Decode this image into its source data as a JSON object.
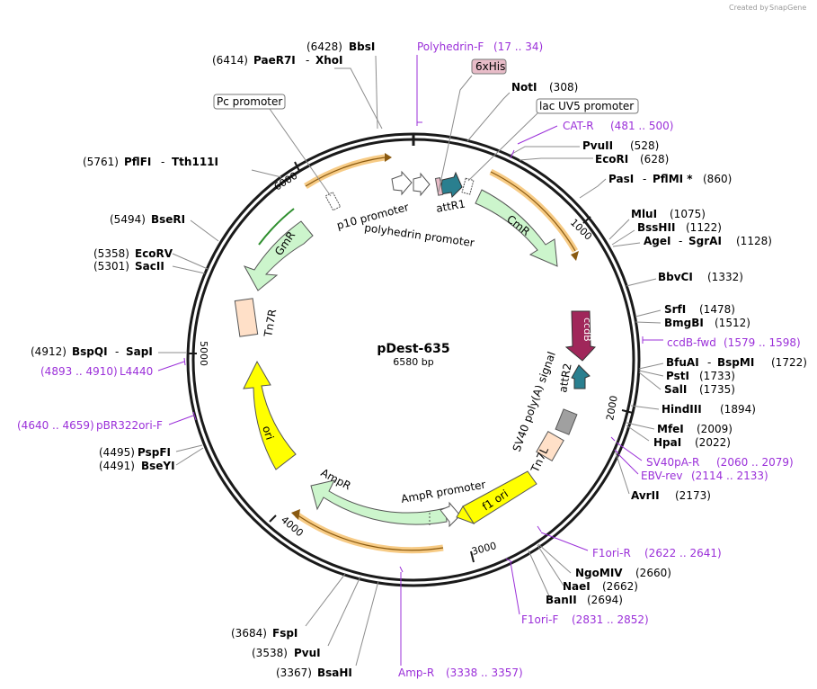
{
  "credit": {
    "text": "Created by",
    "brand": "SnapGene"
  },
  "plasmid": {
    "name": "pDest-635",
    "length": "6580 bp"
  },
  "ticks": [
    "1000",
    "2000",
    "3000",
    "4000",
    "5000",
    "6000"
  ],
  "sites": [
    {
      "pos": "(6428)",
      "name": "BbsI"
    },
    {
      "pos": "(6414)",
      "name": "PaeR7I",
      "sep": "-",
      "name2": "XhoI"
    },
    {
      "pos": "(5761)",
      "name": "PflFI",
      "sep": "-",
      "name2": "Tth111I"
    },
    {
      "pos": "(5494)",
      "name": "BseRI"
    },
    {
      "pos": "(5358)",
      "name": "EcoRV"
    },
    {
      "pos": "(5301)",
      "name": "SacII"
    },
    {
      "pos": "(4912)",
      "name": "BspQI",
      "sep": "-",
      "name2": "SapI"
    },
    {
      "pos": "(4495)",
      "name": "PspFI"
    },
    {
      "pos": "(4491)",
      "name": "BseYI"
    },
    {
      "pos": "(3684)",
      "name": "FspI"
    },
    {
      "pos": "(3538)",
      "name": "PvuI"
    },
    {
      "pos": "(3367)",
      "name": "BsaHI"
    },
    {
      "name": "NotI",
      "pos": "(308)"
    },
    {
      "name": "PvuII",
      "pos": "(528)"
    },
    {
      "name": "EcoRI",
      "pos": "(628)"
    },
    {
      "name": "PasI",
      "sep": "-",
      "name2": "PflMI *",
      "pos": "(860)"
    },
    {
      "name": "MluI",
      "pos": "(1075)"
    },
    {
      "name": "BssHII",
      "pos": "(1122)"
    },
    {
      "name": "AgeI",
      "sep": "-",
      "name2": "SgrAI",
      "pos": "(1128)"
    },
    {
      "name": "BbvCI",
      "pos": "(1332)"
    },
    {
      "name": "SrfI",
      "pos": "(1478)"
    },
    {
      "name": "BmgBI",
      "pos": "(1512)"
    },
    {
      "name": "BfuAI",
      "sep": "-",
      "name2": "BspMI",
      "pos": "(1722)"
    },
    {
      "name": "PstI",
      "pos": "(1733)"
    },
    {
      "name": "SalI",
      "pos": "(1735)"
    },
    {
      "name": "HindIII",
      "pos": "(1894)"
    },
    {
      "name": "MfeI",
      "pos": "(2009)"
    },
    {
      "name": "HpaI",
      "pos": "(2022)"
    },
    {
      "name": "AvrII",
      "pos": "(2173)"
    },
    {
      "name": "NgoMIV",
      "pos": "(2660)"
    },
    {
      "name": "NaeI",
      "pos": "(2662)"
    },
    {
      "name": "BanII",
      "pos": "(2694)"
    }
  ],
  "primers": [
    {
      "name": "Polyhedrin-F",
      "range": "(17 .. 34)"
    },
    {
      "name": "CAT-R",
      "range": "(481 .. 500)"
    },
    {
      "name": "ccdB-fwd",
      "range": "(1579 .. 1598)"
    },
    {
      "name": "SV40pA-R",
      "range": "(2060 .. 2079)"
    },
    {
      "name": "EBV-rev",
      "range": "(2114 .. 2133)"
    },
    {
      "name": "F1ori-R",
      "range": "(2622 .. 2641)"
    },
    {
      "name": "F1ori-F",
      "range": "(2831 .. 2852)"
    },
    {
      "name": "Amp-R",
      "range": "(3338 .. 3357)"
    },
    {
      "name": "pBR322ori-F",
      "range": "(4640 .. 4659)"
    },
    {
      "name": "L4440",
      "range": "(4893 .. 4910)"
    }
  ],
  "boxed_labels": [
    "6xHis",
    "lac UV5 promoter",
    "Pc promoter"
  ],
  "features": {
    "cmr": "CmR",
    "gmr": "GmR",
    "tn7r": "Tn7R",
    "ori": "ori",
    "ampr": "AmpR",
    "ampr_promoter": "AmpR promoter",
    "f1ori": "f1 ori",
    "tn7l": "Tn7L",
    "sv40": "SV40 poly(A) signal",
    "attr2": "attR2",
    "ccdb": "ccdB",
    "attr1": "attR1",
    "p10": "p10 promoter",
    "polyhedrin": "polyhedrin promoter"
  },
  "colors": {
    "backbone": "#1a1a1a",
    "resistance": "#ccf5cc",
    "resistance_stroke": "#555555",
    "ori": "#ffff00",
    "origin_stroke": "#555555",
    "ccdb": "#a0275a",
    "att": "#2a7f8f",
    "tn7": "#ffe0c8",
    "polyA": "#a0a0a0",
    "orf_orange": "#f0a020",
    "primer": "#9b30d9",
    "his_box": "#e8bcc8"
  }
}
